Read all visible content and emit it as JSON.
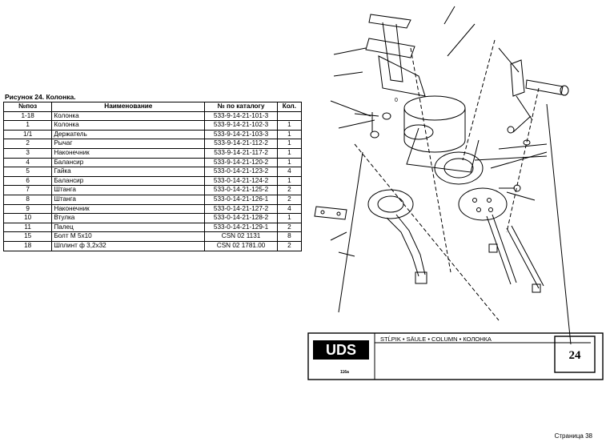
{
  "figure_title": "Рисунок 24.   Колонка.",
  "table": {
    "headers": [
      "№поз",
      "Наименование",
      "№ по каталогу",
      "Кол."
    ],
    "rows": [
      [
        "1-18",
        "Колонка",
        "533-9-14-21-101-3",
        ""
      ],
      [
        "1",
        "Колонка",
        "533-9-14-21-102-3",
        "1"
      ],
      [
        "1/1",
        "Держатель",
        "533-9-14-21-103-3",
        "1"
      ],
      [
        "2",
        "Рычаг",
        "533-9-14-21-112-2",
        "1"
      ],
      [
        "3",
        "Наконечник",
        "533-9-14-21-117-2",
        "1"
      ],
      [
        "4",
        "Балансир",
        "533-9-14-21-120-2",
        "1"
      ],
      [
        "5",
        "Гайка",
        "533-0-14-21-123-2",
        "4"
      ],
      [
        "6",
        "Балансир",
        "533-0-14-21-124-2",
        "1"
      ],
      [
        "7",
        "Штанга",
        "533-0-14-21-125-2",
        "2"
      ],
      [
        "8",
        "Штанга",
        "533-0-14-21-126-1",
        "2"
      ],
      [
        "9",
        "Наконечник",
        "533-0-14-21-127-2",
        "4"
      ],
      [
        "10",
        "Втулка",
        "533-0-14-21-128-2",
        "1"
      ],
      [
        "11",
        "Палец",
        "533-0-14-21-129-1",
        "2"
      ],
      [
        "15",
        "Болт М 5х10",
        "CSN 02 1131",
        "8"
      ],
      [
        "18",
        "Шплинт ф 3,2х32",
        "CSN 02 1781.00",
        "2"
      ]
    ]
  },
  "drawing": {
    "logo_text": "UDS",
    "caption": "STĹPIK • SÄULE • COLUMN • КОЛОНКА",
    "figure_number": "24",
    "code": "116a",
    "part_label": "0"
  },
  "footer": {
    "page_label": "Страница 38"
  }
}
